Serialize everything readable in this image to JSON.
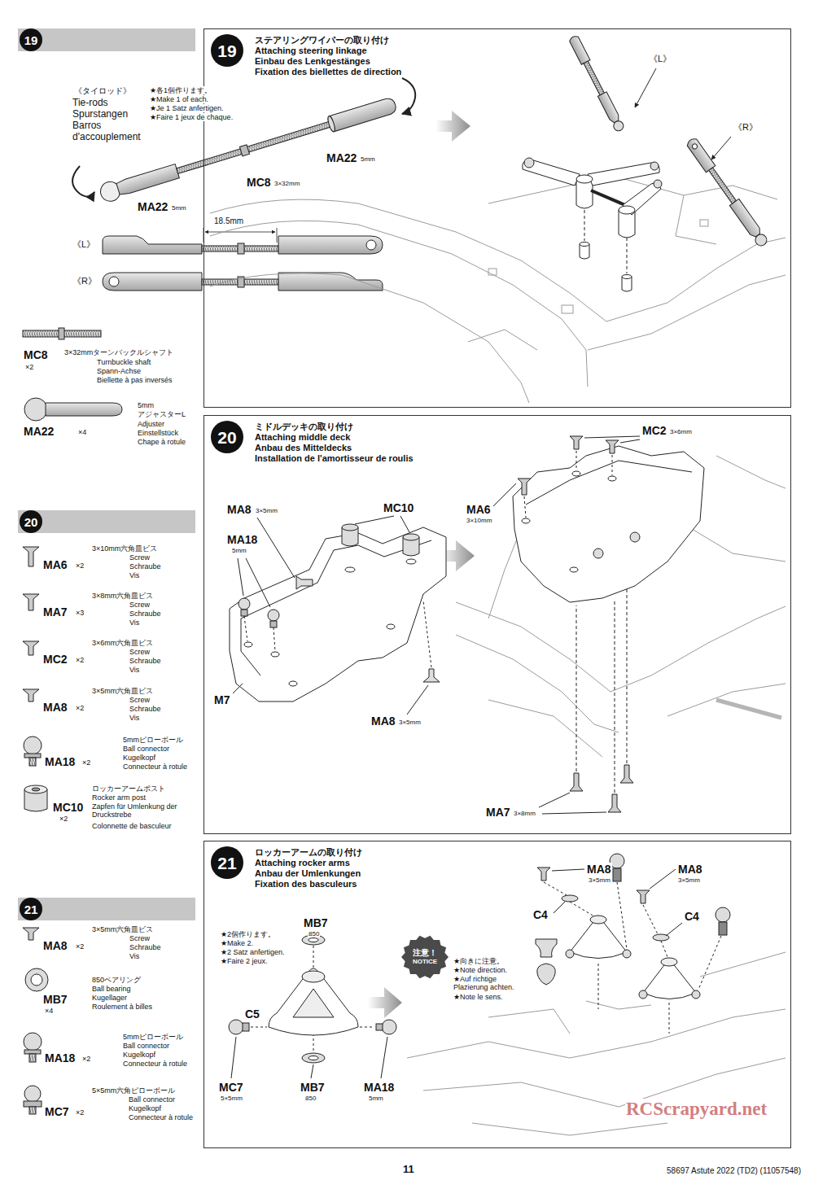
{
  "diagram": {
    "nodes": [
      {
        "text": [
          "19"
        ]
      },
      {
        "text": [
          "ステアリングワイパーの取り付け",
          "Attaching steering linkage",
          "Einbau des Lenkgestänges",
          "Fixation des biellettes de direction"
        ]
      },
      {
        "text": [
          "19"
        ],
        "in": 1
      },
      {
        "text": [
          "20"
        ]
      },
      {
        "text": [
          "ミドルデッキの取り付け",
          "Attaching middle deck",
          "Anbau des Mitteldecks",
          "Installation de l'amortisseur de roulis"
        ]
      },
      {
        "text": [
          "20"
        ],
        "in": 4
      },
      {
        "text": [
          "21"
        ]
      },
      {
        "text": [
          "ロッカーアームの取り付け",
          "Attaching rocker arms",
          "Anbau der Umlenkungen",
          "Fixation des basculeurs"
        ]
      },
      {
        "text": [
          "21"
        ],
        "in": 7
      },
      {
        "text": [
          "注意！",
          "NOTICE"
        ],
        "in": 7
      }
    ],
    "labels": [
      "《タイロッド》",
      "Tie-rods",
      "Spurstangen",
      "Barros d'accouplement",
      "★各1個作ります。",
      "★Make 1 of each.",
      "★Je 1 Satz anfertigen.",
      "★Faire 1 jeux de chaque.",
      "MA22",
      "5mm",
      "MC8",
      "3×32mm",
      "MA22",
      "5mm",
      "18.5mm",
      "《L》",
      "《R》",
      "MC8",
      "×2",
      "3×32mmターンバックルシャフト",
      "Turnbuckle shaft",
      "Spann-Achse",
      "Biellette à pas inversés",
      "MA22",
      "×4",
      "5mm",
      "アジャスターL",
      "Adjuster",
      "Einstellstück",
      "Chape à rotule",
      "《L》",
      "《R》",
      "MA6",
      "×2",
      "3×10mm六角皿ビス",
      "Screw",
      "Schraube",
      "Vis",
      "MA7",
      "×3",
      "3×8mm六角皿ビス",
      "Screw",
      "Schraube",
      "Vis",
      "MC2",
      "×2",
      "3×6mm六角皿ビス",
      "Screw",
      "Schraube",
      "Vis",
      "MA8",
      "×2",
      "3×5mm六角皿ビス",
      "Screw",
      "Schraube",
      "Vis",
      "MA18",
      "×2",
      "5mmピローボール",
      "Ball connector",
      "Kugelkopf",
      "Connecteur à rotule",
      "MC10",
      "×2",
      "ロッカーアームポスト",
      "Rocker arm post",
      "Zapfen für Umlenkung der Druckstrebe",
      "Colonnette de basculeur",
      "MA8",
      "3×5mm",
      "MC10",
      "MA18",
      "5mm",
      "M7",
      "MA8",
      "3×5mm",
      "MC2",
      "3×6mm",
      "MA6",
      "3×10mm",
      "MA7",
      "3×8mm",
      "MA8",
      "×2",
      "3×5mm六角皿ビス",
      "Screw",
      "Schraube",
      "Vis",
      "MB7",
      "×4",
      "850ベアリング",
      "Ball bearing",
      "Kugellager",
      "Roulement à billes",
      "MA18",
      "×2",
      "5mmピローボール",
      "Ball connector",
      "Kugelkopf",
      "Connecteur à rotule",
      "MC7",
      "×2",
      "5×5mm六角ピローボール",
      "Ball connector",
      "Kugelkopf",
      "Connecteur à rotule",
      "★2個作ります。",
      "★Make 2.",
      "★2 Satz anfertigen.",
      "★Faire 2 jeux.",
      "MB7",
      "850",
      "C5",
      "MC7",
      "5×5mm",
      "MB7",
      "850",
      "MA18",
      "5mm",
      "★向きに注意。",
      "★Note direction.",
      "★Auf richtige Plazierung achten.",
      "★Note le sens.",
      "MA8",
      "3×5mm",
      "C4",
      "MA8",
      "3×5mm",
      "C4",
      "11",
      "58697 Astute 2022 (TD2) (11057548)",
      "RCScrapyard.net"
    ]
  }
}
